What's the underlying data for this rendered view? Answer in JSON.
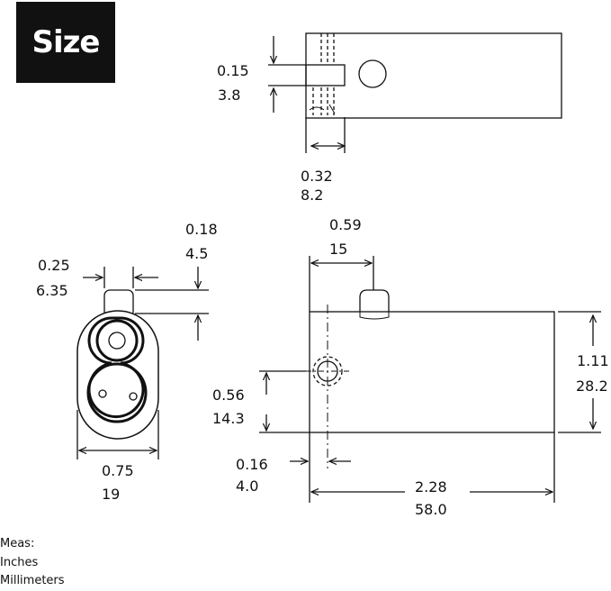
{
  "badge": {
    "title": "Size"
  },
  "top_view": {
    "dim_height_in": "0.15",
    "dim_height_mm": "3.8",
    "dim_width_in": "0.32",
    "dim_width_mm": "8.2"
  },
  "front_view": {
    "dim_tab_in": "0.18",
    "dim_tab_mm": "4.5",
    "dim_tabw_in": "0.25",
    "dim_tabw_mm": "6.35",
    "dim_width_in": "0.75",
    "dim_width_mm": "19"
  },
  "side_view": {
    "dim_top_in": "0.59",
    "dim_top_mm": "15",
    "dim_height_in": "1.11",
    "dim_height_mm": "28.2",
    "dim_mid_in": "0.56",
    "dim_mid_mm": "14.3",
    "dim_off_in": "0.16",
    "dim_off_mm": "4.0",
    "dim_len_in": "2.28",
    "dim_len_mm": "58.0"
  },
  "legend": {
    "line1": "Meas:",
    "line2": "Inches",
    "line3": "Millimeters"
  }
}
